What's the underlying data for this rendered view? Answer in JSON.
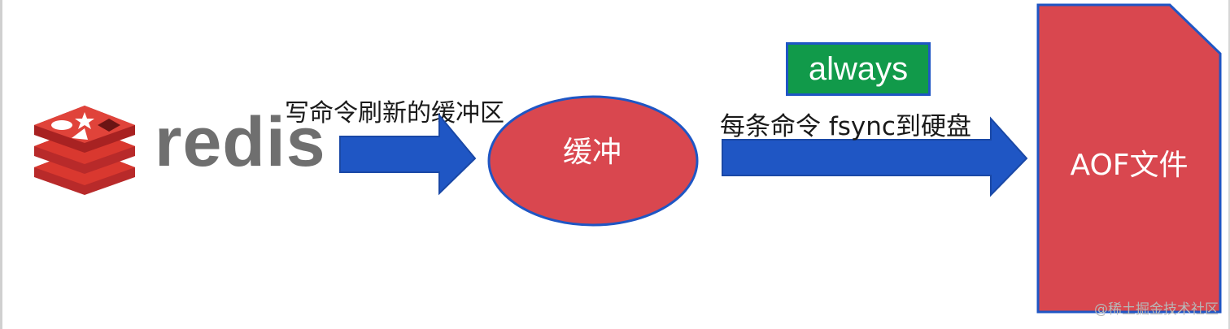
{
  "logo": {
    "wordmark": "redis"
  },
  "labels": {
    "write_buffer": "写命令刷新的缓冲区",
    "buffer": "缓冲",
    "policy": "always",
    "per_command": "每条命令 fsync到硬盘",
    "aof_file": "AOF文件"
  },
  "watermark": "@稀土掘金技术社区",
  "colors": {
    "arrow_blue": "#1f56c4",
    "shape_red": "#d9474f",
    "policy_green": "#119a4a",
    "redis_gray": "#6f6f6f"
  },
  "icons": [
    "redis-logo-icon"
  ]
}
